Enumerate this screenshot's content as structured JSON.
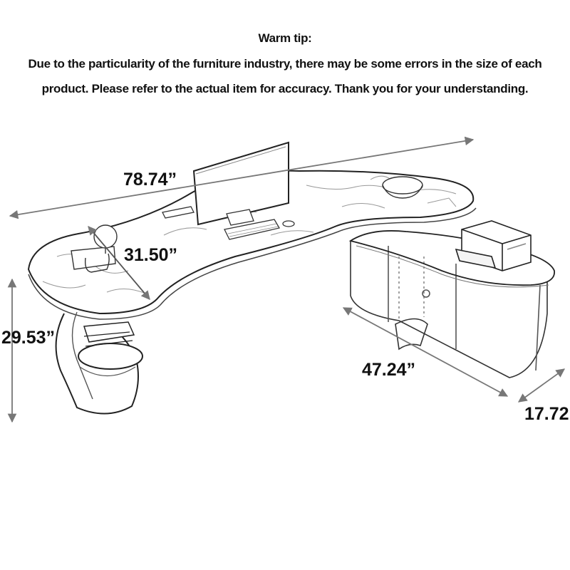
{
  "notice": {
    "title": "Warm tip:",
    "line1": "Due to the particularity of the furniture industry, there may be some errors in the size of each",
    "line2": "product. Please refer to the actual item for accuracy. Thank you for your understanding."
  },
  "dimensions": {
    "total_length": "78.74”",
    "depth": "31.50”",
    "height": "29.53”",
    "return_length": "47.24”",
    "return_depth": "17.72”"
  }
}
